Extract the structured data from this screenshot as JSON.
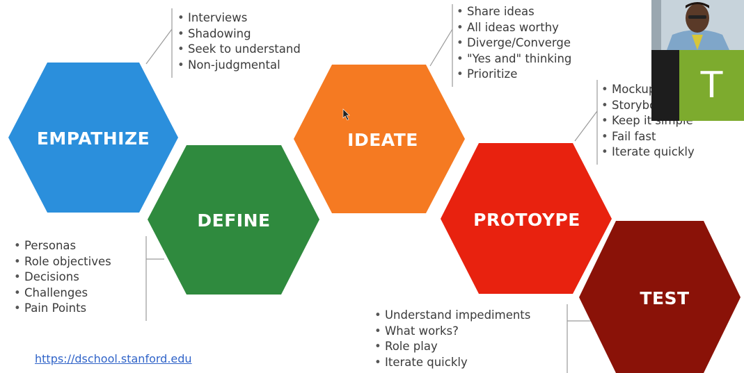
{
  "hexagons": [
    {
      "id": "empathize",
      "label": "EMPATHIZE",
      "color": "#2b8fdc"
    },
    {
      "id": "define",
      "label": "DEFINE",
      "color": "#2f8a3e"
    },
    {
      "id": "ideate",
      "label": "IDEATE",
      "color": "#f57a22"
    },
    {
      "id": "prototype",
      "label": "PROTOYPE",
      "color": "#e8220f"
    },
    {
      "id": "test",
      "label": "TEST",
      "color": "#8a1208"
    }
  ],
  "lists": {
    "empathize": [
      "Interviews",
      "Shadowing",
      "Seek to understand",
      "Non-judgmental"
    ],
    "define": [
      "Personas",
      "Role objectives",
      "Decisions",
      "Challenges",
      "Pain Points"
    ],
    "ideate": [
      "Share ideas",
      "All ideas worthy",
      "Diverge/Converge",
      "\"Yes and\" thinking",
      "Prioritize"
    ],
    "prototype": [
      "Mockups",
      "Storyboards",
      "Keep it simple",
      "Fail fast",
      "Iterate quickly"
    ],
    "test": [
      "Understand impediments",
      "What works?",
      "Role play",
      "Iterate quickly"
    ]
  },
  "link_text": "https://dschool.stanford.edu",
  "video": {
    "avatar_letter": "T",
    "avatar_color": "#7dab2e"
  }
}
